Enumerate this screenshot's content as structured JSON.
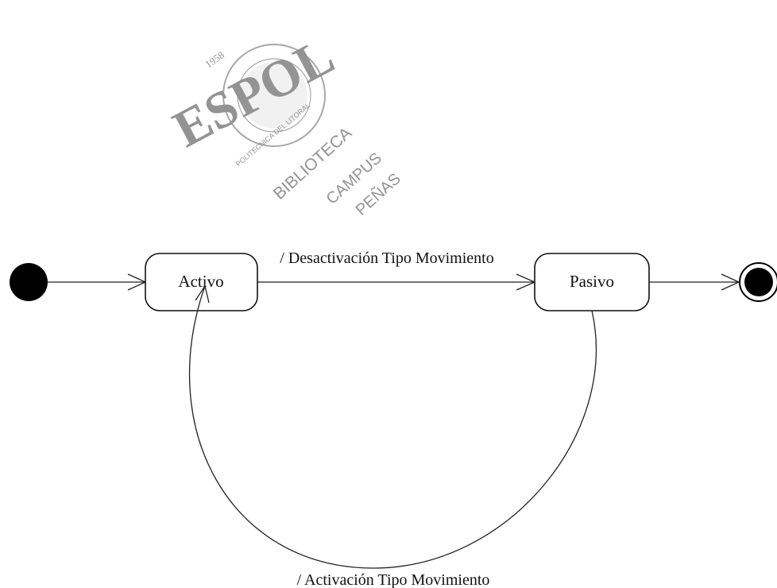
{
  "stamp": {
    "text_large": "ESPOL",
    "year": "1958",
    "ring_text": "POLITECNICA DEL LITORAL",
    "lines": [
      "BIBLIOTECA",
      "CAMPUS",
      "PEÑAS"
    ]
  },
  "states": {
    "activo": "Activo",
    "pasivo": "Pasivo"
  },
  "transitions": {
    "desactivacion": "/ Desactivación Tipo Movimiento",
    "activacion": "/ Activación Tipo Movimiento"
  }
}
